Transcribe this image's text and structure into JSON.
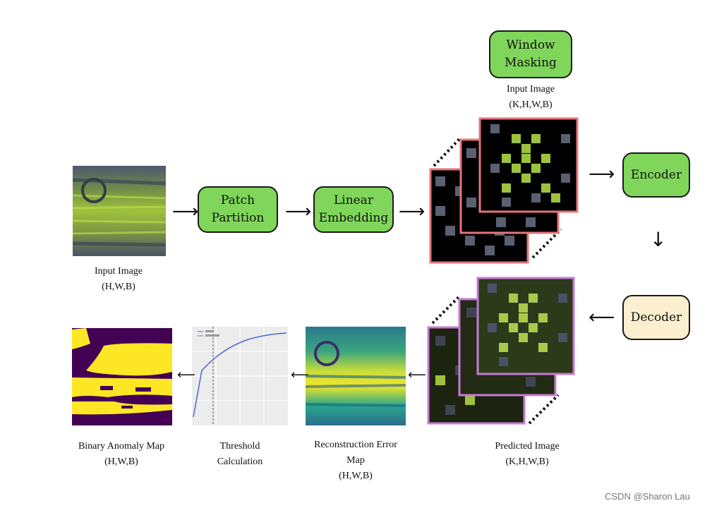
{
  "nodes": {
    "window_masking": "Window\nMasking",
    "patch_partition": "Patch\nPartition",
    "linear_embedding": "Linear\nEmbedding",
    "encoder": "Encoder",
    "decoder": "Decoder"
  },
  "captions": {
    "input_image_main": "Input Image\n(H,W,B)",
    "input_image_masked": "Input Image\n(K,H,W,B)",
    "predicted_image": "Predicted Image\n(K,H,W,B)",
    "reconstruction_error_map": "Reconstruction Error\nMap\n(H,W,B)",
    "threshold_calculation": "Threshold\nCalculation",
    "binary_anomaly_map": "Binary Anomaly Map\n(H,W,B)"
  },
  "watermark": "CSDN @Sharon Lau",
  "colors": {
    "node_green": "#7fd65a",
    "node_cream": "#fbefcf",
    "masked_border": "#e8737a",
    "predicted_border": "#c77ad6",
    "viridis_yellow": "#fde725",
    "viridis_purple": "#440154"
  },
  "icons": [
    "right-arrow-icon",
    "down-arrow-icon",
    "left-arrow-icon"
  ]
}
